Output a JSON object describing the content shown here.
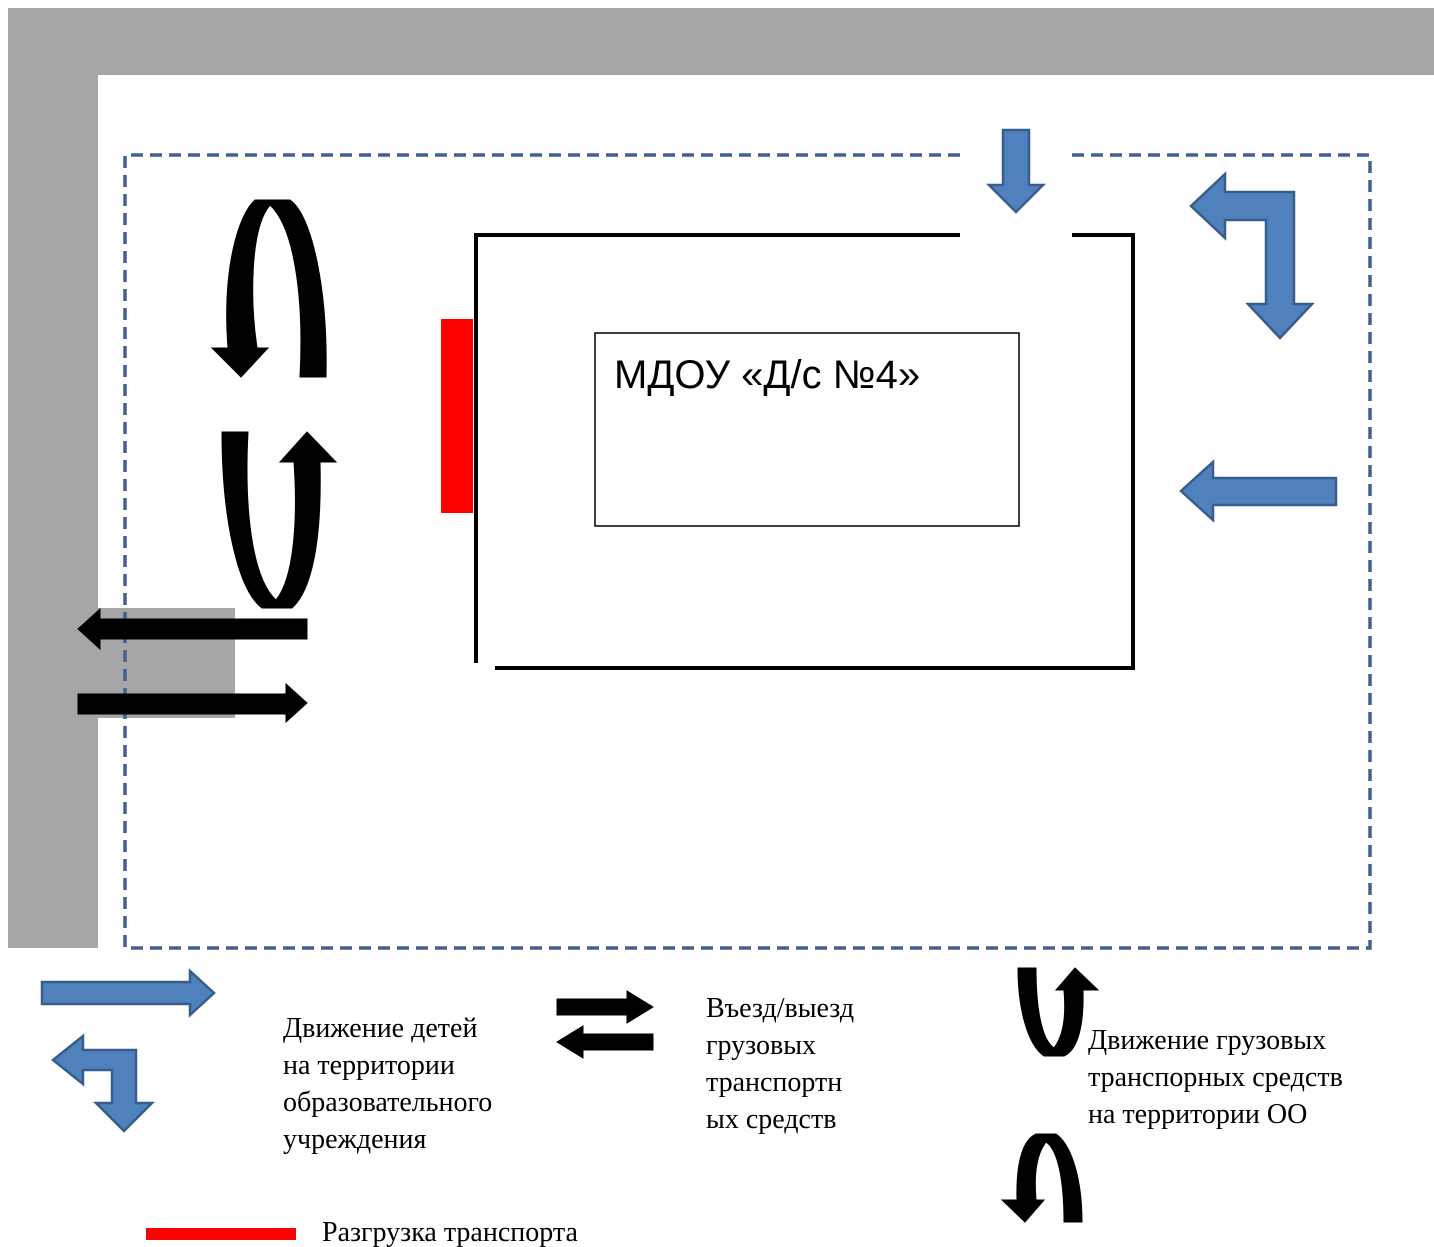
{
  "building": {
    "label": "МДОУ «Д/с №4»"
  },
  "legend": {
    "children_movement": "Движение детей\nна территории\nобразовательного\nучреждения",
    "truck_entry_exit": "Въезд/выезд\nгрузовых\nтранспортн\nых средств",
    "truck_movement": "Движение грузовых\n транспорных средств\n на территории ОО",
    "unloading": "Разгрузка транспорта"
  },
  "colors": {
    "road": "#a6a6a6",
    "boundary": "#41628f",
    "children_arrow_fill": "#4f81bd",
    "children_arrow_stroke": "#385d8a",
    "unloading_zone": "#ff0000",
    "building_outline": "#000000",
    "truck_arrow": "#000000"
  }
}
